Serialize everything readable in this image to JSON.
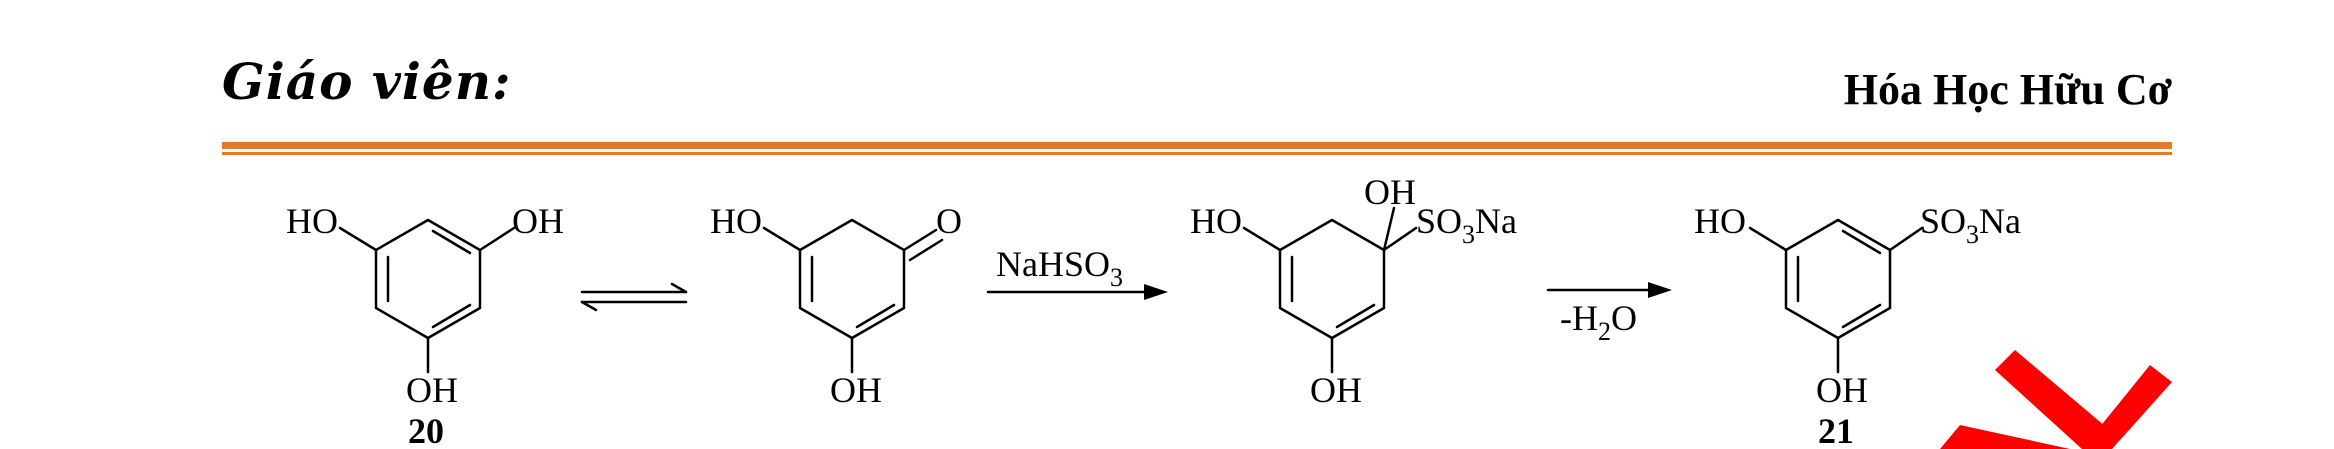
{
  "header": {
    "left_label": "Giáo viên:",
    "right_label": "Hóa Học Hữu Cơ"
  },
  "colors": {
    "rule": "#E07A2E",
    "stamp": "#FF0000"
  },
  "scheme": {
    "compound_20": {
      "top_sub": "HO",
      "right_sub": "OH",
      "bottom_sub": "OH",
      "label": "20"
    },
    "equilibrium_icon": "equilibrium-arrows-icon",
    "compound_keto": {
      "top_sub": "HO",
      "carbonyl": "O",
      "bottom_sub": "OH"
    },
    "reagent_1": {
      "main": "NaHSO",
      "sub": "3"
    },
    "compound_adduct": {
      "left_sub": "HO",
      "oh_sub": "OH",
      "so3_main": "SO",
      "so3_sub": "3",
      "so3_tail": "Na",
      "bottom_sub": "OH"
    },
    "reagent_2": {
      "main_a": "-H",
      "sub": "2",
      "main_b": "O"
    },
    "compound_21": {
      "left_sub": "HO",
      "so3_main": "SO",
      "so3_sub": "3",
      "so3_tail": "Na",
      "bottom_sub": "OH",
      "label": "21"
    }
  }
}
